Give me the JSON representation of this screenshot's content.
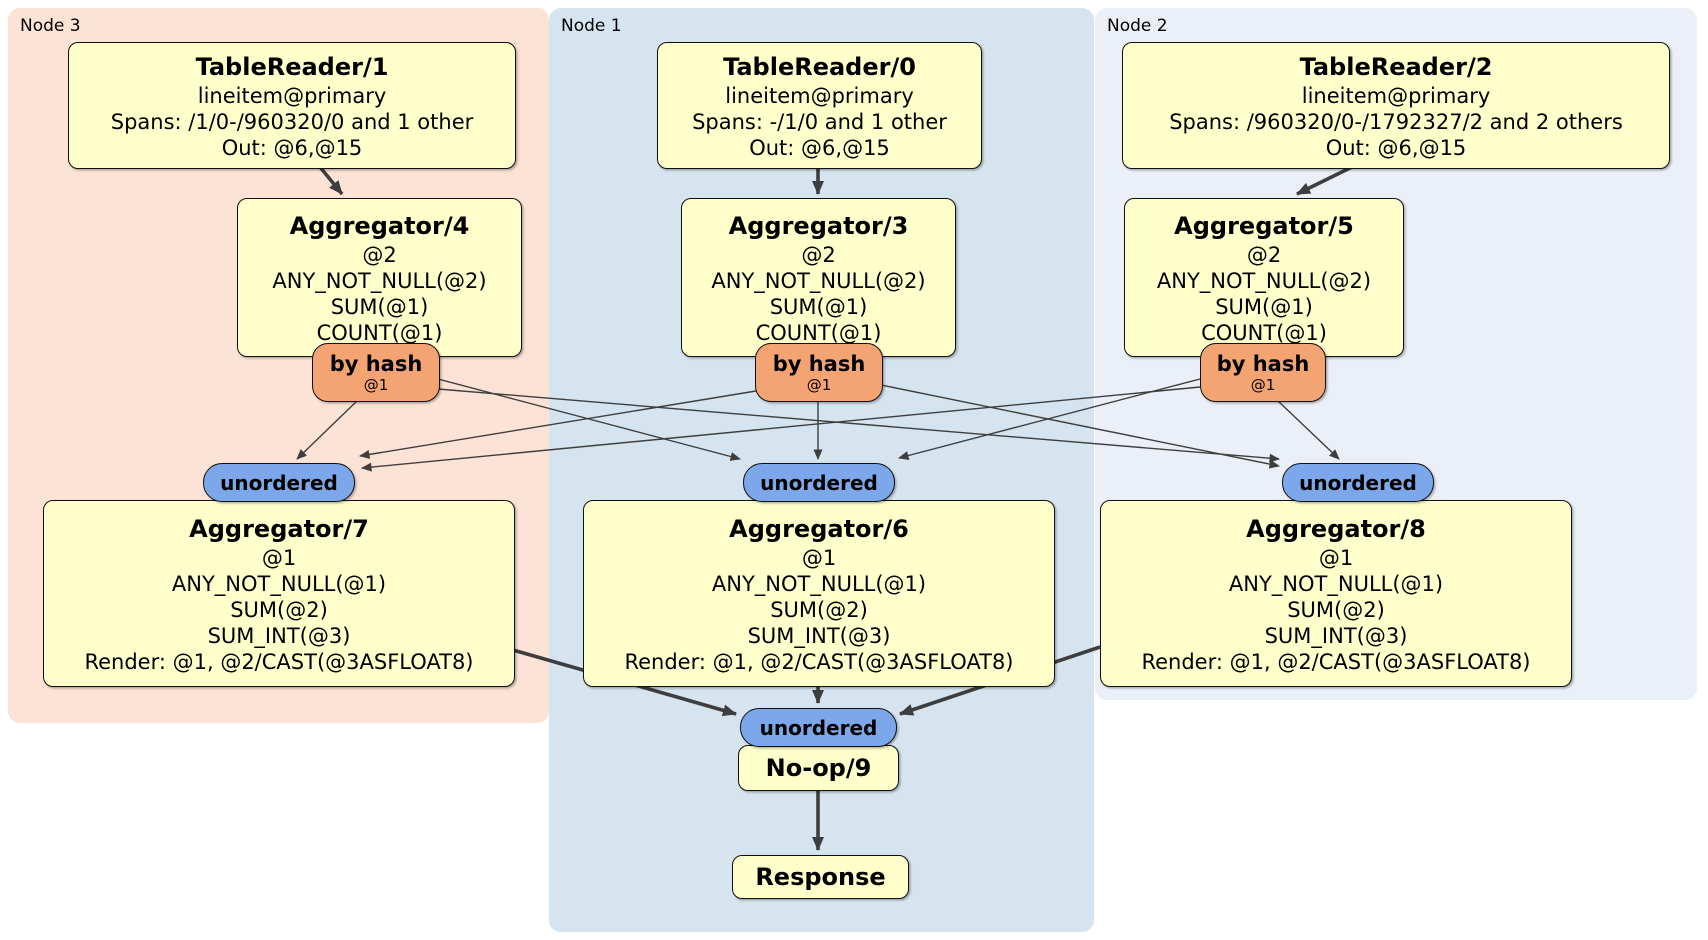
{
  "colors": {
    "node3_fill": "#fce3d5",
    "node1_fill": "#d5e4ee",
    "node2_fill": "#eaeff8",
    "box_fill": "#ffffcc",
    "router_fill": "#f4a472",
    "sync_fill": "#7ca7eb",
    "edge": "#3e3e3e",
    "border": "#111111",
    "page_bg": "#ffffff"
  },
  "regions": [
    {
      "label": "Node 3"
    },
    {
      "label": "Node 1"
    },
    {
      "label": "Node 2"
    }
  ],
  "nodes": {
    "tr1": {
      "title": "TableReader/1",
      "lines": [
        "lineitem@primary",
        "Spans: /1/0-/960320/0 and 1 other",
        "Out: @6,@15"
      ]
    },
    "tr0": {
      "title": "TableReader/0",
      "lines": [
        "lineitem@primary",
        "Spans: -/1/0 and 1 other",
        "Out: @6,@15"
      ]
    },
    "tr2": {
      "title": "TableReader/2",
      "lines": [
        "lineitem@primary",
        "Spans: /960320/0-/1792327/2 and 2 others",
        "Out: @6,@15"
      ]
    },
    "agg4": {
      "title": "Aggregator/4",
      "lines": [
        "@2",
        "ANY_NOT_NULL(@2)",
        "SUM(@1)",
        "COUNT(@1)"
      ]
    },
    "agg3": {
      "title": "Aggregator/3",
      "lines": [
        "@2",
        "ANY_NOT_NULL(@2)",
        "SUM(@1)",
        "COUNT(@1)"
      ]
    },
    "agg5": {
      "title": "Aggregator/5",
      "lines": [
        "@2",
        "ANY_NOT_NULL(@2)",
        "SUM(@1)",
        "COUNT(@1)"
      ]
    },
    "agg7": {
      "title": "Aggregator/7",
      "lines": [
        "@1",
        "ANY_NOT_NULL(@1)",
        "SUM(@2)",
        "SUM_INT(@3)",
        "Render: @1, @2/CAST(@3ASFLOAT8)"
      ]
    },
    "agg6": {
      "title": "Aggregator/6",
      "lines": [
        "@1",
        "ANY_NOT_NULL(@1)",
        "SUM(@2)",
        "SUM_INT(@3)",
        "Render: @1, @2/CAST(@3ASFLOAT8)"
      ]
    },
    "agg8": {
      "title": "Aggregator/8",
      "lines": [
        "@1",
        "ANY_NOT_NULL(@1)",
        "SUM(@2)",
        "SUM_INT(@3)",
        "Render: @1, @2/CAST(@3ASFLOAT8)"
      ]
    },
    "router4": {
      "title": "by hash",
      "sub": "@1"
    },
    "router3": {
      "title": "by hash",
      "sub": "@1"
    },
    "router5": {
      "title": "by hash",
      "sub": "@1"
    },
    "sync7": {
      "label": "unordered"
    },
    "sync6": {
      "label": "unordered"
    },
    "sync8": {
      "label": "unordered"
    },
    "sync9": {
      "label": "unordered"
    },
    "noop": {
      "title": "No-op/9"
    },
    "response": {
      "title": "Response"
    }
  }
}
